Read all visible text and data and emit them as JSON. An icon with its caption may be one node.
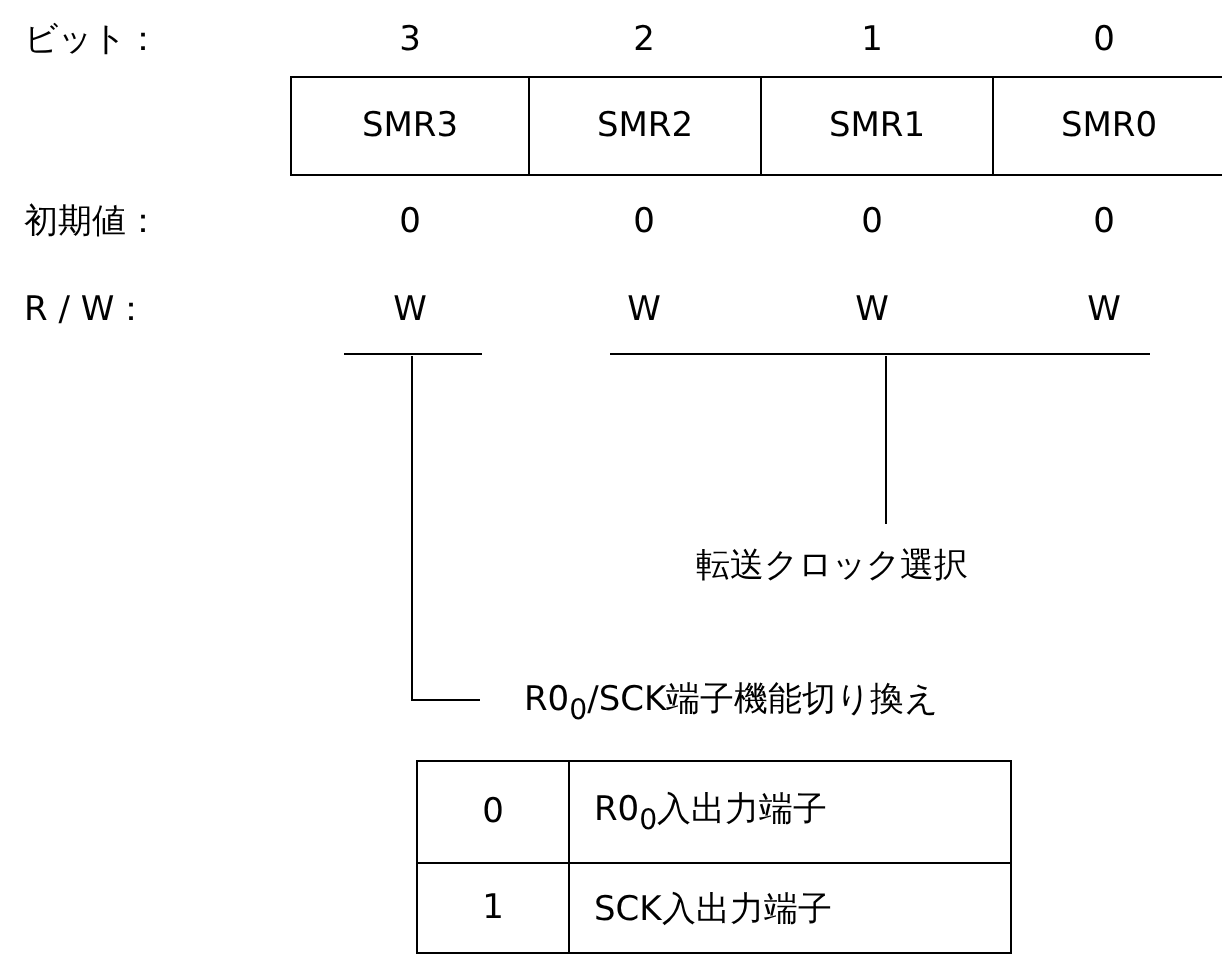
{
  "diagram": {
    "nodes": [
      {
        "text": [
          "SMR3"
        ]
      },
      {
        "text": [
          "SMR2"
        ]
      },
      {
        "text": [
          "SMR1"
        ]
      },
      {
        "text": [
          "SMR0"
        ]
      },
      {
        "text": [
          "転送クロック選択"
        ]
      },
      {
        "text": [
          "R0$_{0}$/SCK端子機能切り換え"
        ]
      }
    ],
    "edges": [
      {
        "from": 4,
        "to": null,
        "arrow": "none"
      },
      {
        "from": 5,
        "to": null,
        "arrow": "none"
      }
    ],
    "labels": [
      "ビット：",
      "3",
      "2",
      "1",
      "0",
      "初期値：",
      "0",
      "0",
      "0",
      "0",
      "R / W：",
      "W",
      "W",
      "W",
      "W",
      "0",
      "R0$_{0}$入出力端子",
      "1",
      "SCK入出力端子"
    ]
  }
}
